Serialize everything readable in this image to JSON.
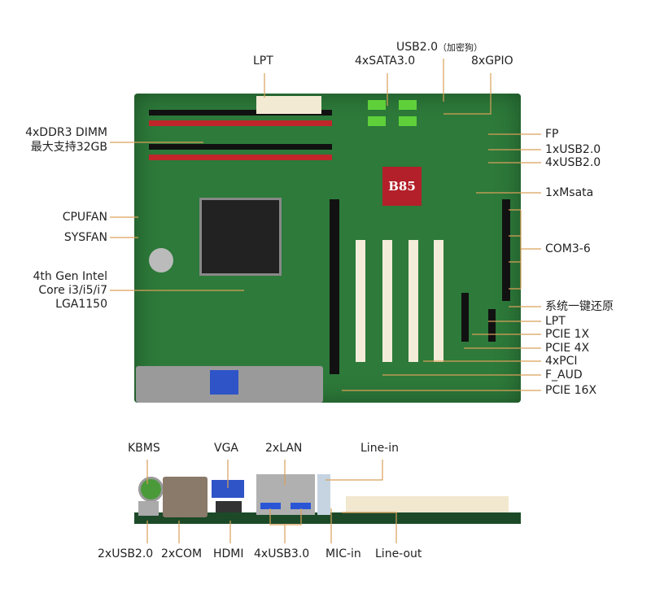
{
  "board": {
    "chipset_label": "B85",
    "top_labels": {
      "lpt": "LPT",
      "sata": "4xSATA3.0",
      "usb_dongle": "USB2.0",
      "usb_dongle_note": "（加密狗）",
      "gpio": "8xGPIO"
    },
    "left_labels": {
      "ddr3": "4xDDR3 DIMM",
      "ddr3_max": "最大支持32GB",
      "cpufan": "CPUFAN",
      "sysfan": "SYSFAN",
      "cpu_line1": "4th Gen Intel",
      "cpu_line2": "Core i3/i5/i7",
      "cpu_line3": "LGA1150"
    },
    "right_labels": [
      "FP",
      "1xUSB2.0",
      "4xUSB2.0",
      "1xMsata",
      "COM3-6",
      "系统一键还原",
      "LPT",
      "PCIE 1X",
      "PCIE 4X",
      "4xPCI",
      "F_AUD",
      "PCIE 16X"
    ]
  },
  "io_panel": {
    "top_labels": [
      "KBMS",
      "VGA",
      "2xLAN",
      "Line-in"
    ],
    "bottom_labels": [
      "2xUSB2.0",
      "2xCOM",
      "HDMI",
      "4xUSB3.0",
      "MIC-in",
      "Line-out"
    ]
  },
  "colors": {
    "pcb": "#2d7a3a",
    "leader": "#d9a05a",
    "dimm": "#c0262a",
    "chipset": "#b3202a"
  }
}
